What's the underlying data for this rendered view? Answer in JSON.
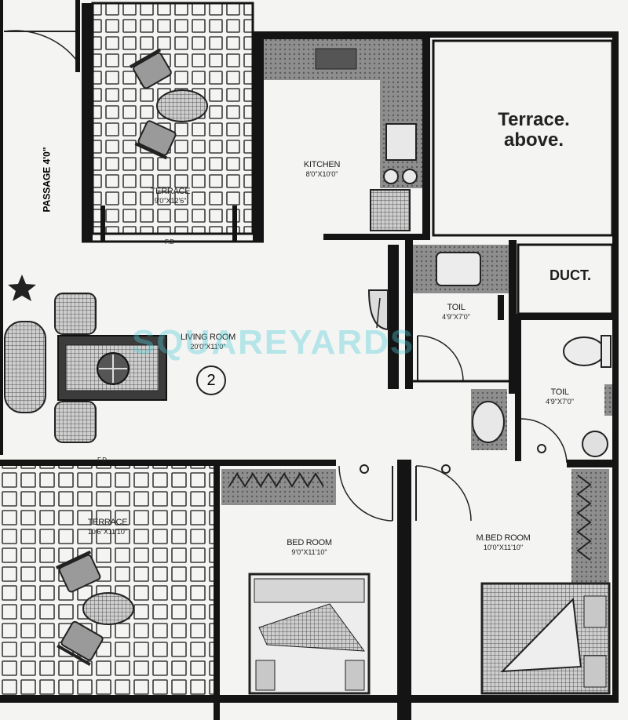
{
  "plan": {
    "passage": "PASSAGE 4'0\"",
    "terrace_above": {
      "line1": "Terrace.",
      "line2": "above."
    },
    "duct": "DUCT.",
    "unit_number": "2",
    "fd_label": "F.D",
    "watermark": "SQUAREYARDS",
    "colors": {
      "wall": "#141414",
      "floor": "#f4f4f2",
      "tile_line": "#3a3a3a",
      "watermark": "#50cdd7"
    }
  },
  "rooms": {
    "terrace_top": {
      "name": "TERRACE",
      "dims": "9'0\"X12'6\""
    },
    "kitchen": {
      "name": "KITCHEN",
      "dims": "8'0\"X10'0\""
    },
    "living": {
      "name": "LIVING ROOM",
      "dims": "20'0\"X11'0\""
    },
    "toil_1": {
      "name": "TOIL",
      "dims": "4'9\"X7'0\""
    },
    "toil_2": {
      "name": "TOIL",
      "dims": "4'9\"X7'0\""
    },
    "terrace_bottom": {
      "name": "TERRACE",
      "dims": "10'6\"X11'10\""
    },
    "bedroom": {
      "name": "BED ROOM",
      "dims": "9'0\"X11'10\""
    },
    "mbedroom": {
      "name": "M.BED ROOM",
      "dims": "10'0\"X11'10\""
    }
  }
}
